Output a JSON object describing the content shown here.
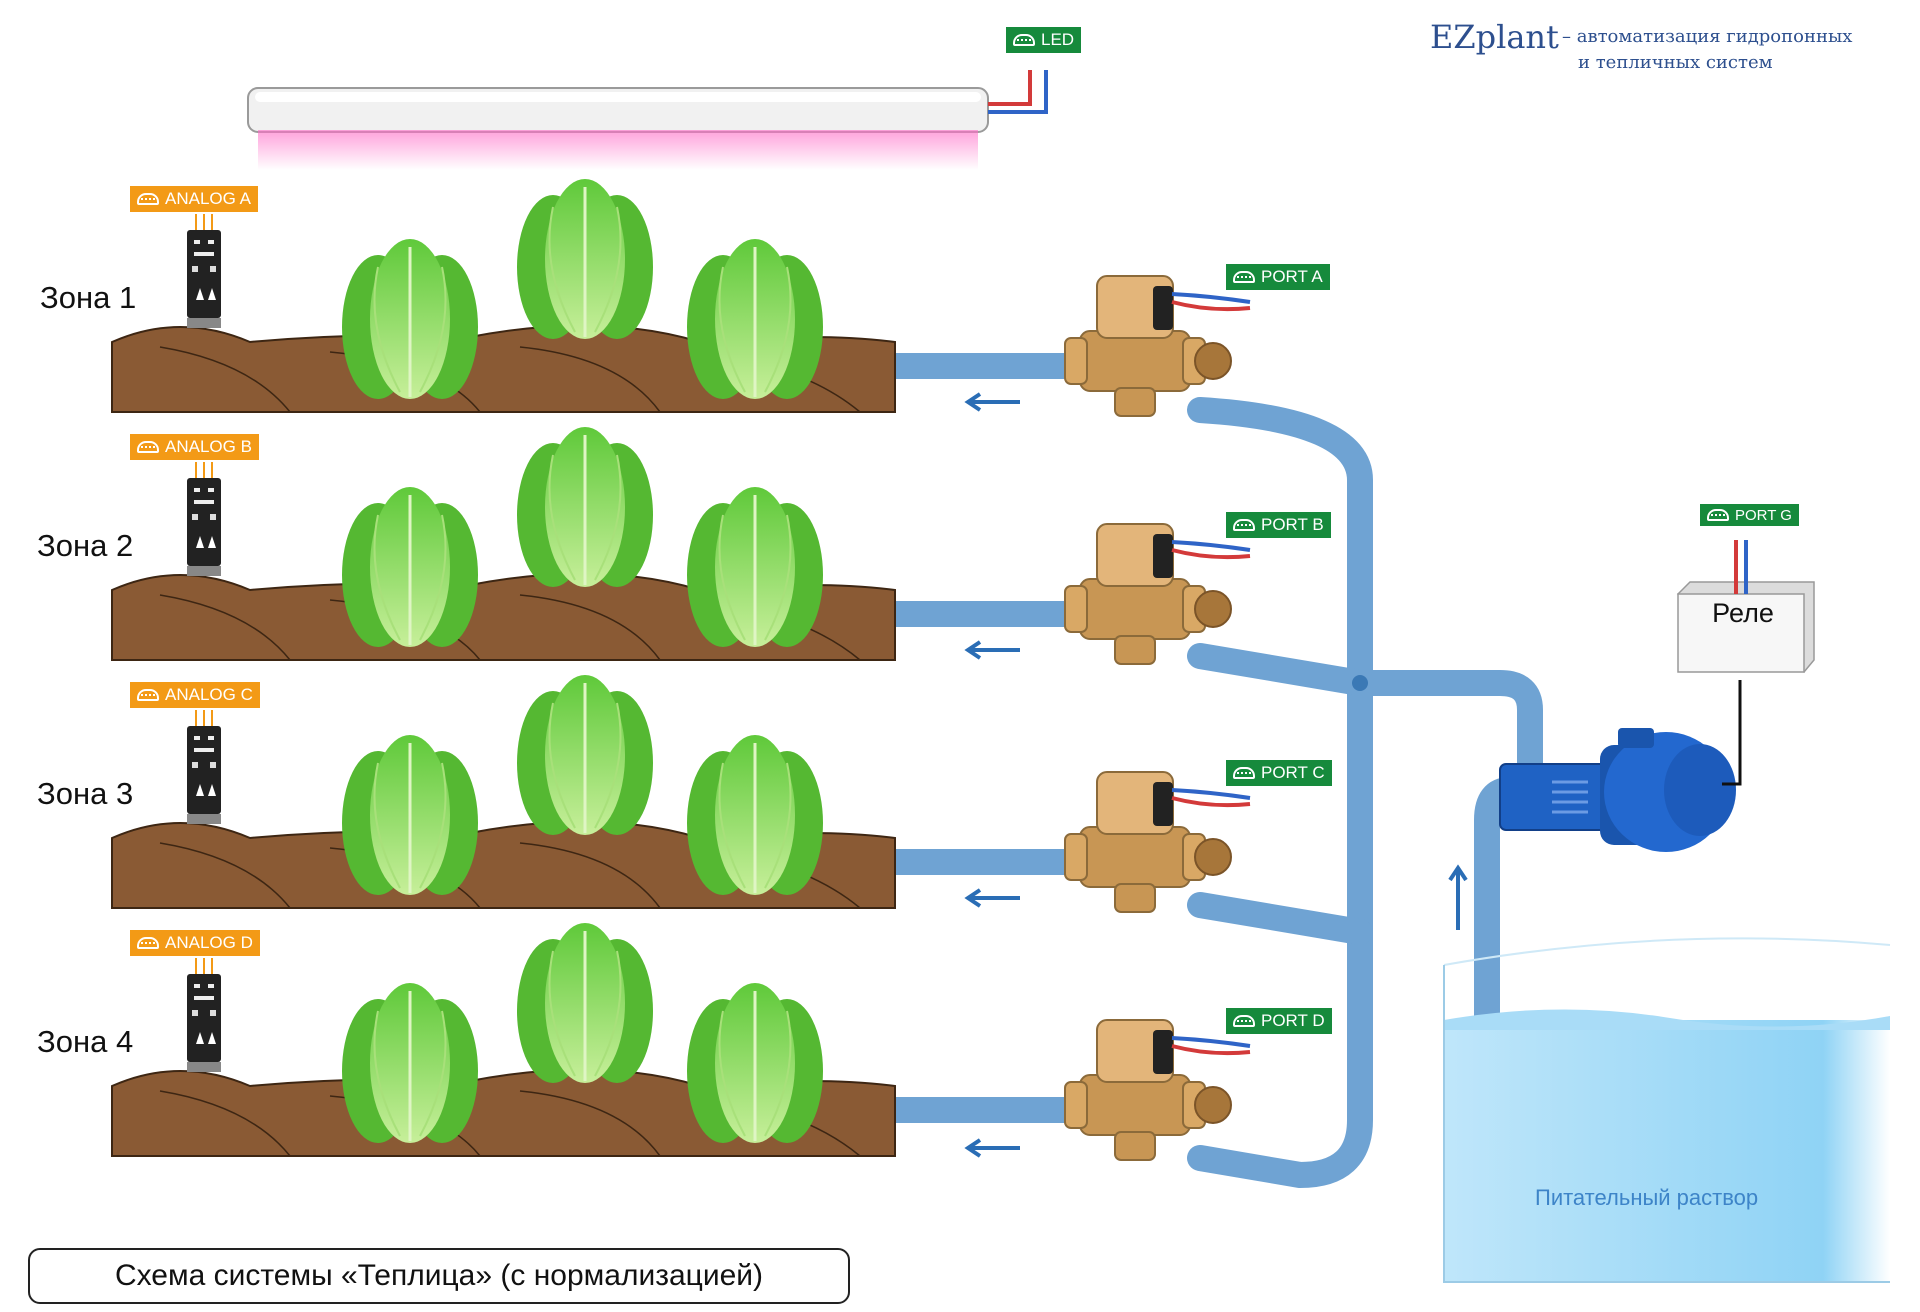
{
  "brand": {
    "name": "EZplant",
    "subtitle_line1": "– автоматизация гидропонных",
    "subtitle_line2": "и тепличных систем"
  },
  "led_tag": "LED",
  "zones": [
    {
      "label": "Зона 1",
      "sensor_tag": "ANALOG A",
      "valve_tag": "PORT A"
    },
    {
      "label": "Зона 2",
      "sensor_tag": "ANALOG B",
      "valve_tag": "PORT B"
    },
    {
      "label": "Зона 3",
      "sensor_tag": "ANALOG C",
      "valve_tag": "PORT C"
    },
    {
      "label": "Зона 4",
      "sensor_tag": "ANALOG D",
      "valve_tag": "PORT D"
    }
  ],
  "relay": {
    "label": "Реле",
    "tag": "PORT G"
  },
  "tank": {
    "label": "Питательный раствор"
  },
  "caption": "Схема системы «Теплица» (с нормализацией)",
  "colors": {
    "pipe": "#6fa3d3",
    "soil": "#8a5a34",
    "lettuce": "#6fcf3f",
    "valve": "#d9a865",
    "pump": "#1f62c4",
    "tag_green": "#168a3c",
    "tag_orange": "#f39a16",
    "arrow": "#2a6db5",
    "brand_text": "#2d4f8e"
  }
}
